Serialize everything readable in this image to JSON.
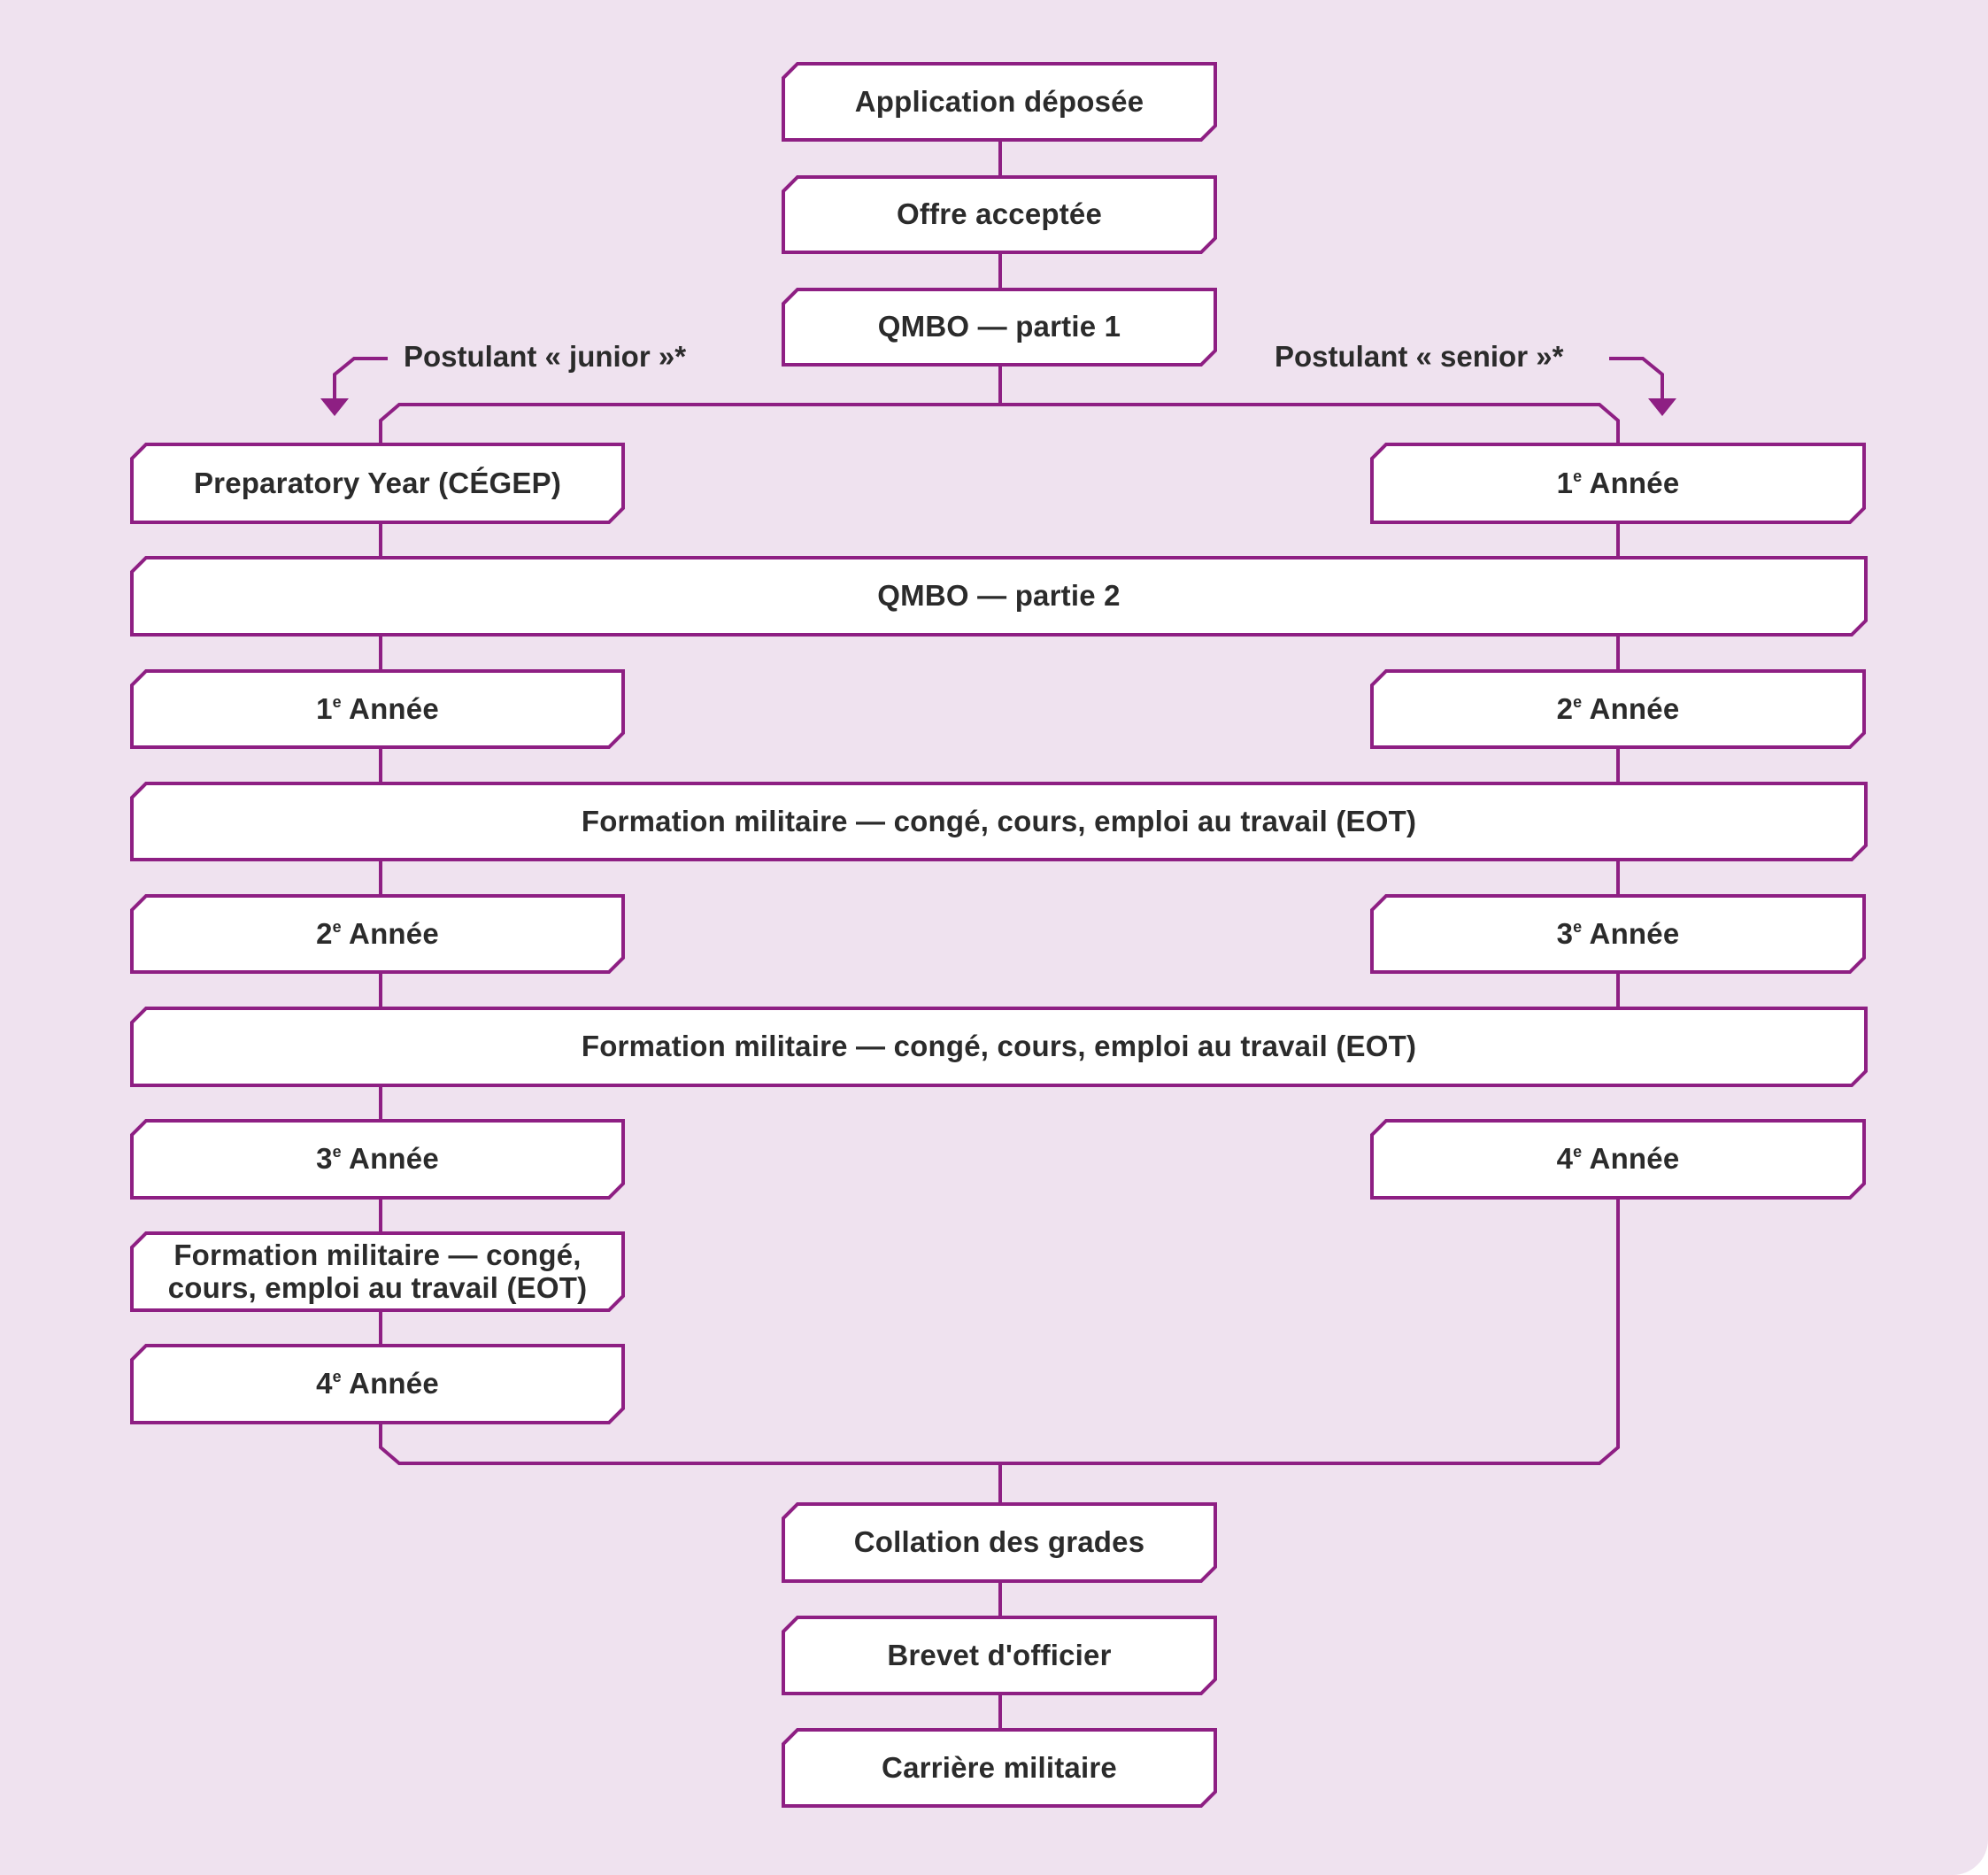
{
  "colors": {
    "background": "#efe2ef",
    "accent": "#8e1f83",
    "box_fill": "#ffffff",
    "text": "#2b2b2b"
  },
  "flow": {
    "application": "Application déposée",
    "offer": "Offre acceptée",
    "qmbo1": "QMBO — partie 1",
    "qmbo2": "QMBO — partie 2",
    "mil_training": "Formation militaire — congé, cours, emploi au travail (EOT)",
    "mil_training_wrapped": "Formation militaire — congé,\ncours, emploi au travail (EOT)",
    "convocation": "Collation des grades",
    "commission": "Brevet d'officier",
    "career": "Carrière militaire"
  },
  "branches": {
    "junior_label": "Postulant « junior »*",
    "senior_label": "Postulant « senior »*",
    "prep_year": "Preparatory Year (CÉGEP)"
  },
  "years": {
    "y1": {
      "num": "1",
      "sup": "e",
      "word": "Année"
    },
    "y2": {
      "num": "2",
      "sup": "e",
      "word": "Année"
    },
    "y3": {
      "num": "3",
      "sup": "e",
      "word": "Année"
    },
    "y4": {
      "num": "4",
      "sup": "e",
      "word": "Année"
    }
  }
}
